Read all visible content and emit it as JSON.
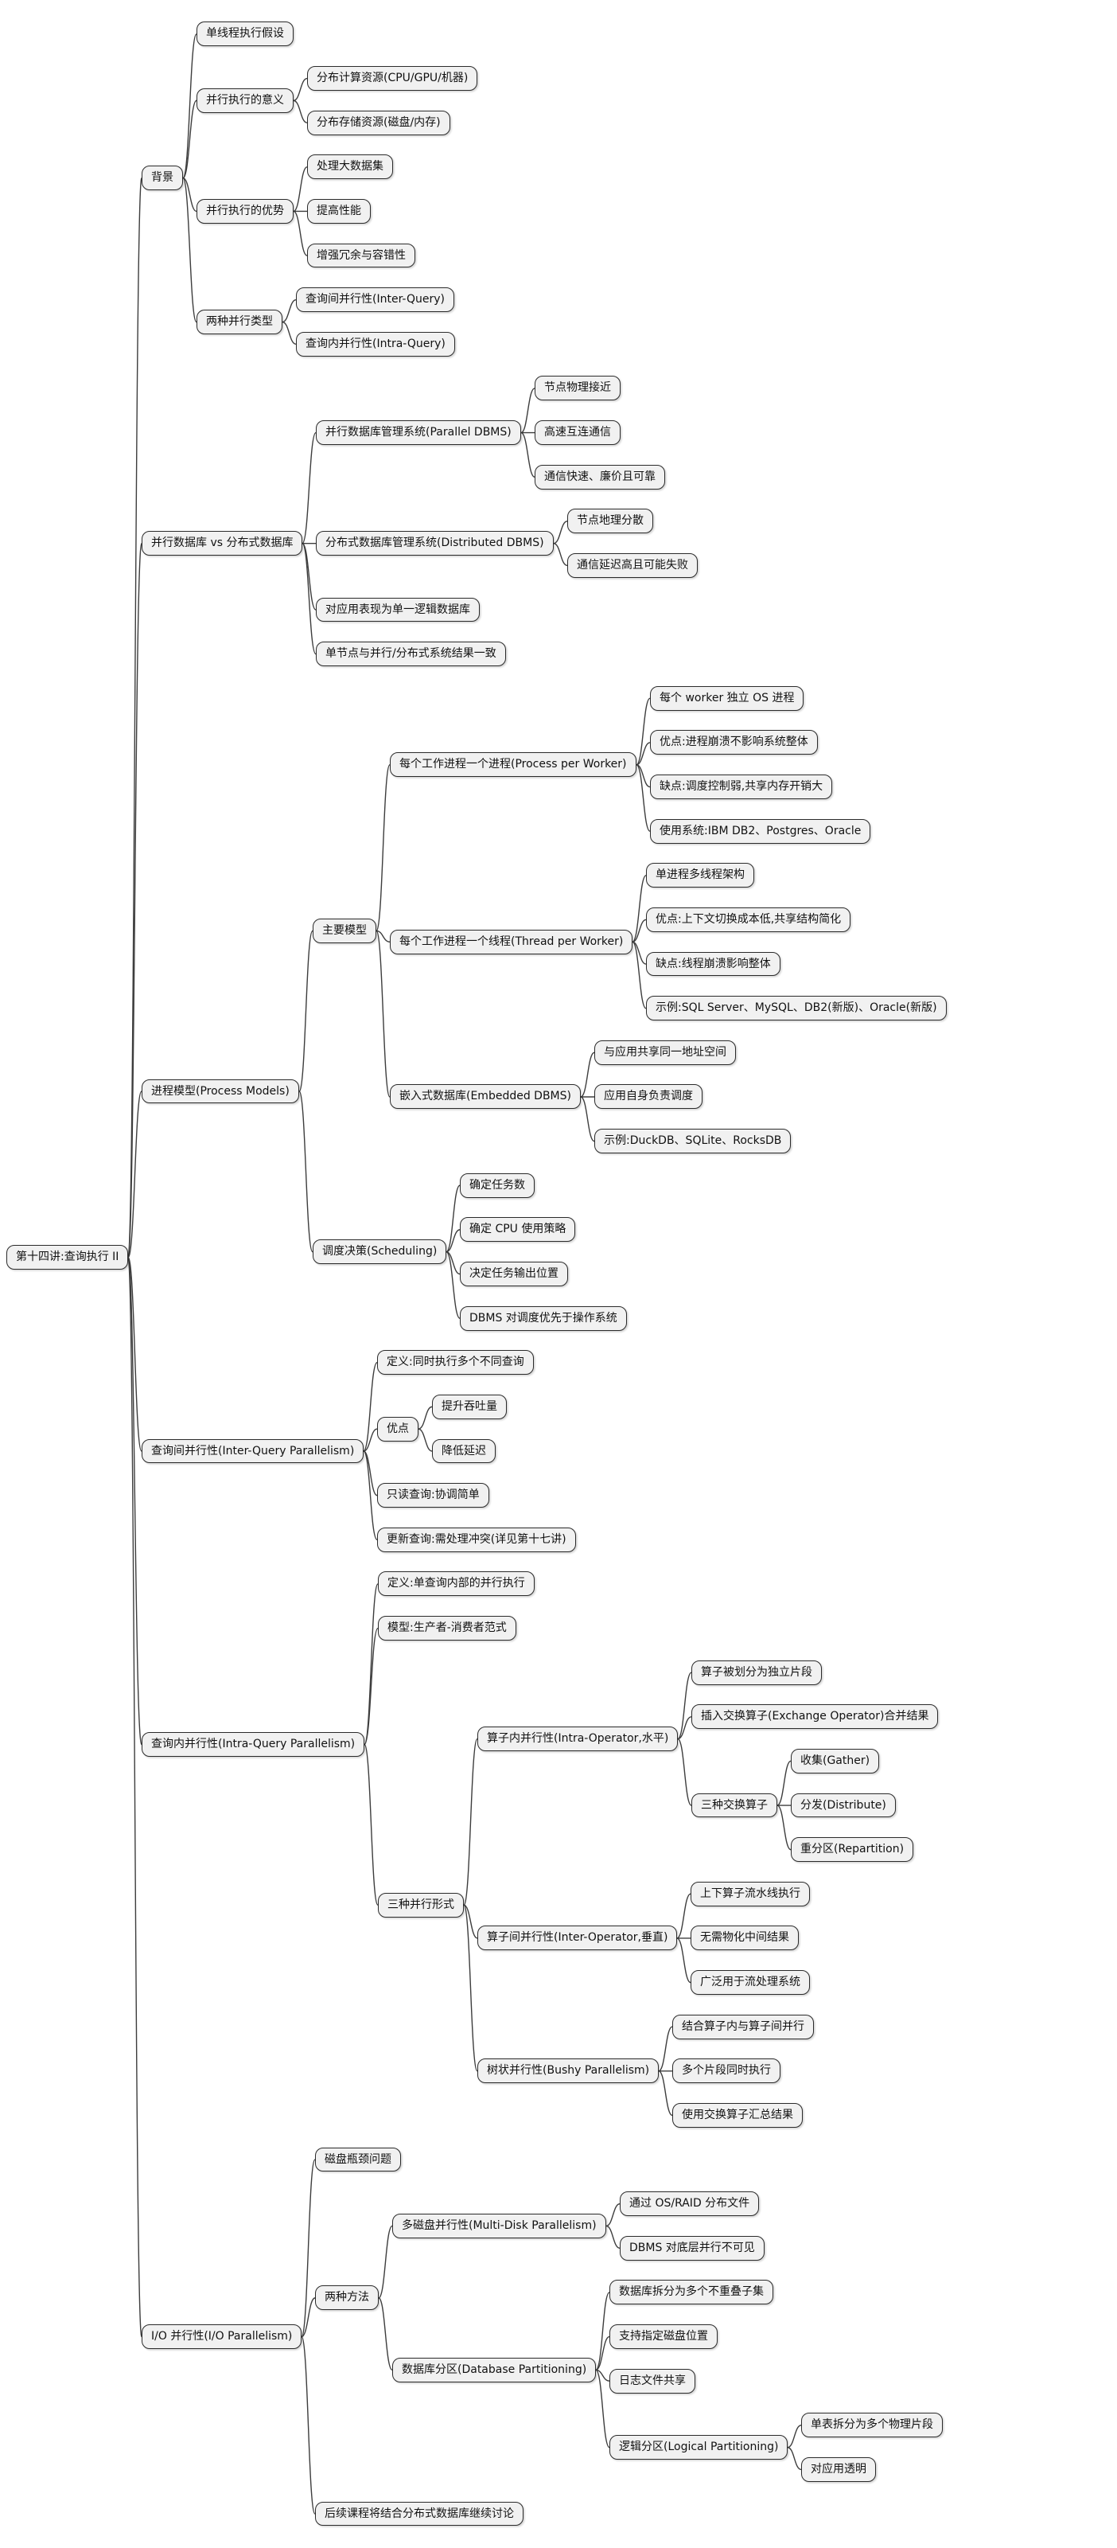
{
  "title": "第十四讲:查询执行 II",
  "colors": {
    "background": "#ffffff",
    "node_bg": "#f1f1f1",
    "node_border": "#2b2b2b",
    "connector": "#3d3d3d"
  },
  "tree": {
    "label": "第十四讲:查询执行 II",
    "children": [
      {
        "label": "背景",
        "children": [
          {
            "label": "单线程执行假设"
          },
          {
            "label": "并行执行的意义",
            "children": [
              {
                "label": "分布计算资源(CPU/GPU/机器)"
              },
              {
                "label": "分布存储资源(磁盘/内存)"
              }
            ]
          },
          {
            "label": "并行执行的优势",
            "children": [
              {
                "label": "处理大数据集"
              },
              {
                "label": "提高性能"
              },
              {
                "label": "增强冗余与容错性"
              }
            ]
          },
          {
            "label": "两种并行类型",
            "children": [
              {
                "label": "查询间并行性(Inter-Query)"
              },
              {
                "label": "查询内并行性(Intra-Query)"
              }
            ]
          }
        ]
      },
      {
        "label": "并行数据库 vs 分布式数据库",
        "children": [
          {
            "label": "并行数据库管理系统(Parallel DBMS)",
            "children": [
              {
                "label": "节点物理接近"
              },
              {
                "label": "高速互连通信"
              },
              {
                "label": "通信快速、廉价且可靠"
              }
            ]
          },
          {
            "label": "分布式数据库管理系统(Distributed DBMS)",
            "children": [
              {
                "label": "节点地理分散"
              },
              {
                "label": "通信延迟高且可能失败"
              }
            ]
          },
          {
            "label": "对应用表现为单一逻辑数据库"
          },
          {
            "label": "单节点与并行/分布式系统结果一致"
          }
        ]
      },
      {
        "label": "进程模型(Process Models)",
        "children": [
          {
            "label": "主要模型",
            "children": [
              {
                "label": "每个工作进程一个进程(Process per Worker)",
                "children": [
                  {
                    "label": "每个 worker 独立 OS 进程"
                  },
                  {
                    "label": "优点:进程崩溃不影响系统整体"
                  },
                  {
                    "label": "缺点:调度控制弱,共享内存开销大"
                  },
                  {
                    "label": "使用系统:IBM DB2、Postgres、Oracle"
                  }
                ]
              },
              {
                "label": "每个工作进程一个线程(Thread per Worker)",
                "children": [
                  {
                    "label": "单进程多线程架构"
                  },
                  {
                    "label": "优点:上下文切换成本低,共享结构简化"
                  },
                  {
                    "label": "缺点:线程崩溃影响整体"
                  },
                  {
                    "label": "示例:SQL Server、MySQL、DB2(新版)、Oracle(新版)"
                  }
                ]
              },
              {
                "label": "嵌入式数据库(Embedded DBMS)",
                "children": [
                  {
                    "label": "与应用共享同一地址空间"
                  },
                  {
                    "label": "应用自身负责调度"
                  },
                  {
                    "label": "示例:DuckDB、SQLite、RocksDB"
                  }
                ]
              }
            ]
          },
          {
            "label": "调度决策(Scheduling)",
            "children": [
              {
                "label": "确定任务数"
              },
              {
                "label": "确定 CPU 使用策略"
              },
              {
                "label": "决定任务输出位置"
              },
              {
                "label": "DBMS 对调度优先于操作系统"
              }
            ]
          }
        ]
      },
      {
        "label": "查询间并行性(Inter-Query Parallelism)",
        "children": [
          {
            "label": "定义:同时执行多个不同查询"
          },
          {
            "label": "优点",
            "children": [
              {
                "label": "提升吞吐量"
              },
              {
                "label": "降低延迟"
              }
            ]
          },
          {
            "label": "只读查询:协调简单"
          },
          {
            "label": "更新查询:需处理冲突(详见第十七讲)"
          }
        ]
      },
      {
        "label": "查询内并行性(Intra-Query Parallelism)",
        "children": [
          {
            "label": "定义:单查询内部的并行执行"
          },
          {
            "label": "模型:生产者-消费者范式"
          },
          {
            "label": "三种并行形式",
            "children": [
              {
                "label": "算子内并行性(Intra-Operator,水平)",
                "children": [
                  {
                    "label": "算子被划分为独立片段"
                  },
                  {
                    "label": "插入交换算子(Exchange Operator)合并结果"
                  },
                  {
                    "label": "三种交换算子",
                    "children": [
                      {
                        "label": "收集(Gather)"
                      },
                      {
                        "label": "分发(Distribute)"
                      },
                      {
                        "label": "重分区(Repartition)"
                      }
                    ]
                  }
                ]
              },
              {
                "label": "算子间并行性(Inter-Operator,垂直)",
                "children": [
                  {
                    "label": "上下算子流水线执行"
                  },
                  {
                    "label": "无需物化中间结果"
                  },
                  {
                    "label": "广泛用于流处理系统"
                  }
                ]
              },
              {
                "label": "树状并行性(Bushy Parallelism)",
                "children": [
                  {
                    "label": "结合算子内与算子间并行"
                  },
                  {
                    "label": "多个片段同时执行"
                  },
                  {
                    "label": "使用交换算子汇总结果"
                  }
                ]
              }
            ]
          }
        ]
      },
      {
        "label": "I/O 并行性(I/O Parallelism)",
        "children": [
          {
            "label": "磁盘瓶颈问题"
          },
          {
            "label": "两种方法",
            "children": [
              {
                "label": "多磁盘并行性(Multi-Disk Parallelism)",
                "children": [
                  {
                    "label": "通过 OS/RAID 分布文件"
                  },
                  {
                    "label": "DBMS 对底层并行不可见"
                  }
                ]
              },
              {
                "label": "数据库分区(Database Partitioning)",
                "children": [
                  {
                    "label": "数据库拆分为多个不重叠子集"
                  },
                  {
                    "label": "支持指定磁盘位置"
                  },
                  {
                    "label": "日志文件共享"
                  },
                  {
                    "label": "逻辑分区(Logical Partitioning)",
                    "children": [
                      {
                        "label": "单表拆分为多个物理片段"
                      },
                      {
                        "label": "对应用透明"
                      }
                    ]
                  }
                ]
              }
            ]
          },
          {
            "label": "后续课程将结合分布式数据库继续讨论"
          }
        ]
      }
    ]
  }
}
